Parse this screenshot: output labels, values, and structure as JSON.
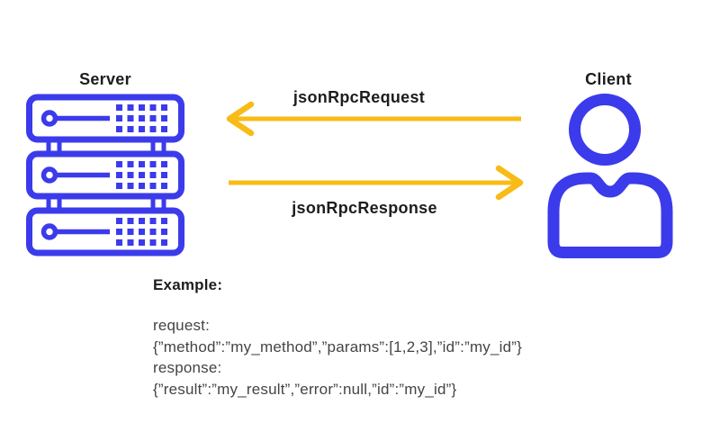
{
  "diagram": {
    "server": {
      "label": "Server",
      "icon": "server-rack-icon"
    },
    "client": {
      "label": "Client",
      "icon": "person-icon"
    },
    "request_arrow": {
      "label": "jsonRpcRequest",
      "direction": "left",
      "from": "Client",
      "to": "Server"
    },
    "response_arrow": {
      "label": "jsonRpcResponse",
      "direction": "right",
      "from": "Server",
      "to": "Client"
    },
    "colors": {
      "icon_blue": "#3b3beb",
      "arrow_yellow": "#f8bb17",
      "label_dark": "#1d1d1d",
      "body_text": "#444444",
      "background": "#ffffff"
    }
  },
  "example": {
    "heading": "Example:",
    "request_caption": "request:",
    "request_json": "{”method”:”my_method”,”params”:[1,2,3],”id”:”my_id”}",
    "response_caption": "response:",
    "response_json": "{”result”:”my_result”,”error”:null,”id”:”my_id”}"
  }
}
